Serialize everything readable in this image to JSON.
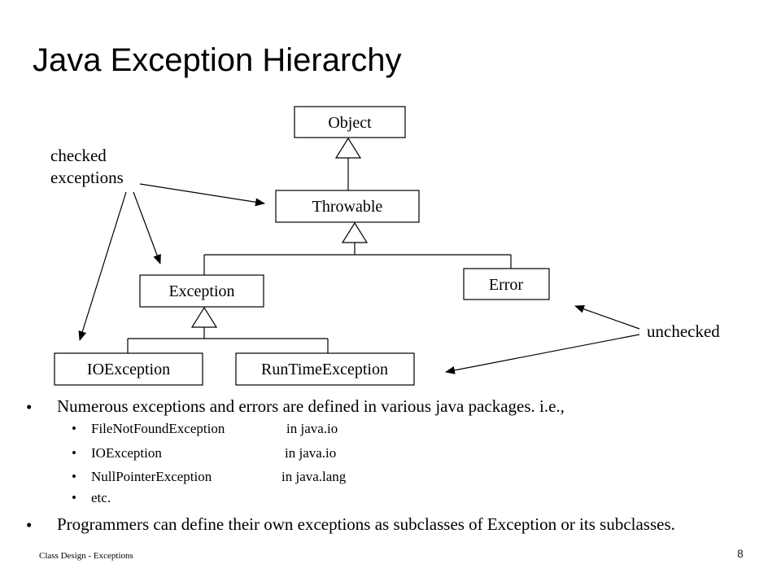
{
  "slide": {
    "title": "Java Exception Hierarchy",
    "footer": "Class Design - Exceptions",
    "page_number": "8"
  },
  "diagram": {
    "nodes": {
      "object": "Object",
      "throwable": "Throwable",
      "exception": "Exception",
      "error": "Error",
      "ioexception": "IOException",
      "runtimeexception": "RunTimeException"
    },
    "labels": {
      "checked_line1": "checked",
      "checked_line2": "exceptions",
      "unchecked": "unchecked"
    }
  },
  "bullets": {
    "main1": "Numerous exceptions and errors are defined in various java packages. i.e.,",
    "sub": [
      {
        "name": "FileNotFoundException",
        "pkg": "in   java.io"
      },
      {
        "name": "IOException",
        "pkg": "in   java.io"
      },
      {
        "name": "NullPointerException",
        "pkg": "in  java.lang"
      },
      {
        "name": "etc.",
        "pkg": ""
      }
    ],
    "main2": "Programmers can define their own exceptions as subclasses of Exception or its subclasses."
  }
}
